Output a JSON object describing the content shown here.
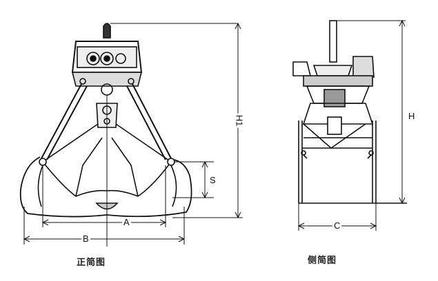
{
  "captions": {
    "front": "正简图",
    "side": "侧简图"
  },
  "dimensions": {
    "A": "A",
    "B": "B",
    "S": "S",
    "H1": "H1",
    "H": "H",
    "C": "C"
  }
}
